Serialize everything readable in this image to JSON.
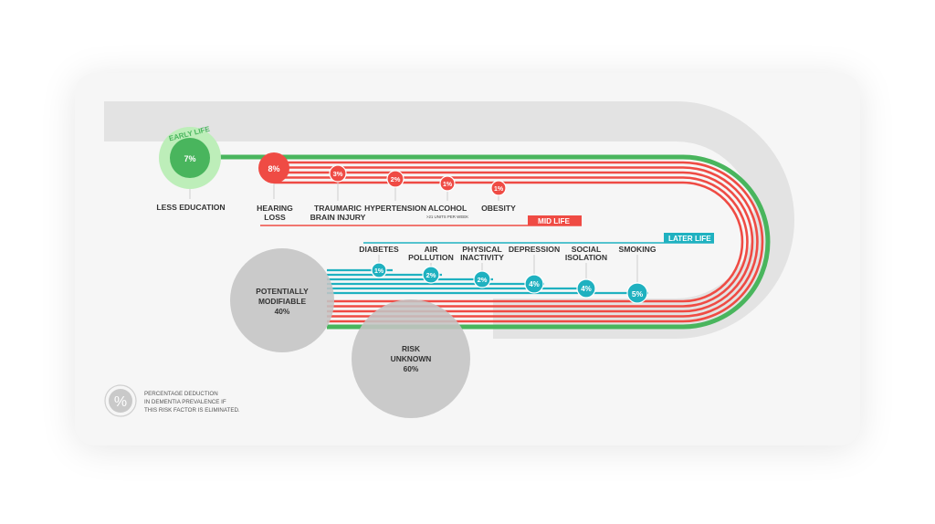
{
  "colors": {
    "green": "#49b55d",
    "red": "#ef4b44",
    "teal": "#1fb1c0",
    "grey": "#e3e3e3",
    "circle_grey": "#c4c4c4"
  },
  "early_life": {
    "title": "EARLY LIFE",
    "factor": {
      "label": "LESS EDUCATION",
      "percent": "7%"
    }
  },
  "mid_life": {
    "title": "MID LIFE",
    "factors": [
      {
        "line1": "HEARING",
        "line2": "LOSS",
        "percent": "8%"
      },
      {
        "line1": "TRAUMARIC",
        "line2": "BRAIN INJURY",
        "percent": "3%"
      },
      {
        "line1": "HYPERTENSION",
        "line2": "",
        "percent": "2%"
      },
      {
        "line1": "ALCOHOL",
        "sub": ">21 UNITS PER WEEK",
        "percent": "1%"
      },
      {
        "line1": "OBESITY",
        "line2": "",
        "percent": "1%"
      }
    ]
  },
  "later_life": {
    "title": "LATER LIFE",
    "factors": [
      {
        "line1": "DIABETES",
        "line2": "",
        "percent": "1%"
      },
      {
        "line1": "AIR",
        "line2": "POLLUTION",
        "percent": "2%"
      },
      {
        "line1": "PHYSICAL",
        "line2": "INACTIVITY",
        "percent": "2%"
      },
      {
        "line1": "DEPRESSION",
        "line2": "",
        "percent": "4%"
      },
      {
        "line1": "SOCIAL",
        "line2": "ISOLATION",
        "percent": "4%"
      },
      {
        "line1": "SMOKING",
        "line2": "",
        "percent": "5%"
      }
    ]
  },
  "summary": {
    "modifiable": {
      "line1": "POTENTIALLY",
      "line2": "MODIFIABLE",
      "line3": "40%"
    },
    "unknown": {
      "line1": "RISK",
      "line2": "UNKNOWN",
      "line3": "60%"
    }
  },
  "legend": {
    "symbol": "%",
    "line1": "PERCENTAGE DEDUCTION",
    "line2": "IN DEMENTIA PREVALENCE IF",
    "line3": "THIS RISK FACTOR IS ELIMINATED."
  }
}
